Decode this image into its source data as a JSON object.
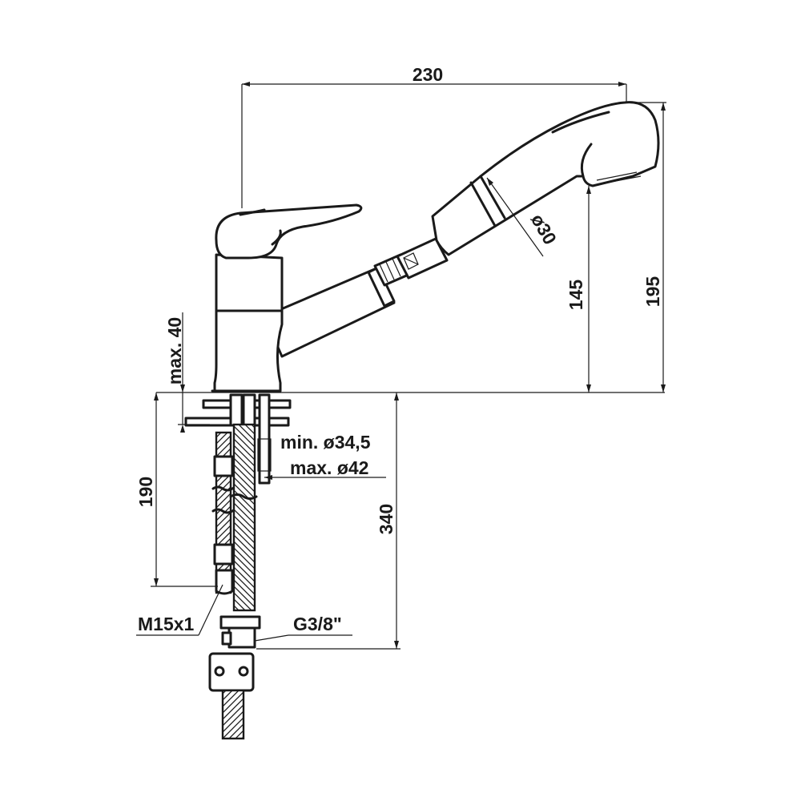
{
  "dimensions": {
    "overall_length": "230",
    "spray_head_diameter": "ø30",
    "spout_outlet_height": "145",
    "overall_height": "195",
    "max_deck_thickness": "max. 40",
    "min_hole_diameter": "min. ø34,5",
    "max_hole_diameter": "max. ø42",
    "hose_length_short": "190",
    "hose_length_long": "340",
    "connection_thread_fixing": "M15x1",
    "connection_thread_hose": "G3/8\""
  }
}
